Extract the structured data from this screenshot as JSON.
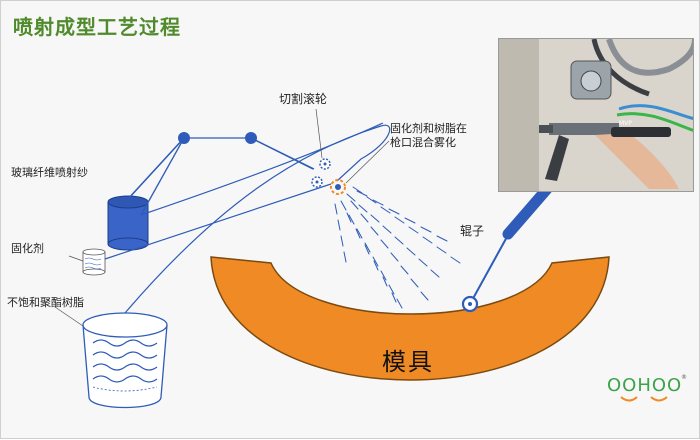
{
  "title": "喷射成型工艺过程",
  "labels": {
    "fiber": "玻璃纤维喷射纱",
    "hardener": "固化剂",
    "resin": "不饱和聚酯树脂",
    "cutter": "切割滚轮",
    "mix_line1": "固化剂和树脂在",
    "mix_line2": "枪口混合雾化",
    "roller": "辊子",
    "mold": "模具"
  },
  "logo": {
    "text": "OOHOO",
    "trademark": "®"
  },
  "colors": {
    "title": "#4f8a2b",
    "line": "#2e5cb8",
    "mold": "#f08a24",
    "mold_inner": "#f39a3a",
    "mold_border": "#7a4a10",
    "roller": "#2e5cb8",
    "logo_green": "#3da34a",
    "logo_orange": "#f08a24"
  },
  "icons": [
    "gear-icon",
    "spray-gun-icon",
    "roller-icon",
    "fiber-spool-icon",
    "hardener-can-icon",
    "resin-bucket-icon"
  ]
}
